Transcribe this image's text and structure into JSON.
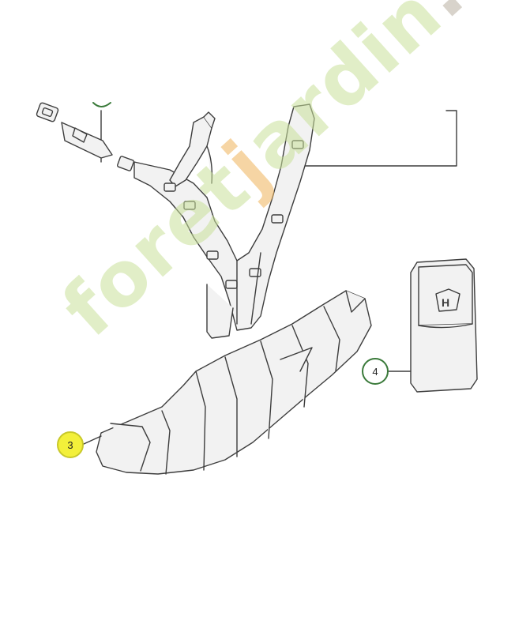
{
  "callouts": [
    {
      "id": "3",
      "label": "3",
      "highlighted": true
    },
    {
      "id": "4",
      "label": "4",
      "highlighted": false
    }
  ],
  "watermark": {
    "part1": "foret",
    "part2": "j",
    "part3": "ardin",
    "part4": ".com",
    "colors": {
      "green": "#c9e19a",
      "orange": "#f0b45a",
      "grey": "#b9b0a2"
    }
  },
  "colors": {
    "line": "#3d3d3d",
    "part_fill": "#f2f2f2",
    "callout_border": "#3a7a3a",
    "callout_highlight": "#f3f03a"
  }
}
